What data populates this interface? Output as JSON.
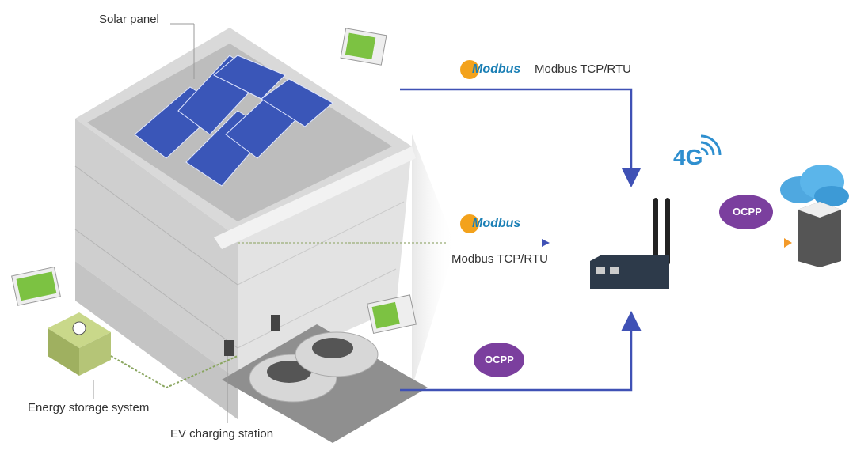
{
  "labels": {
    "solar_panel": "Solar panel",
    "energy_storage": "Energy storage system",
    "ev_charging": "EV charging station"
  },
  "protocols": {
    "modbus_logo": "Modbus",
    "modbus_top": "Modbus TCP/RTU",
    "modbus_middle": "Modbus TCP/RTU",
    "ocpp_bottom": "OCPP",
    "ocpp_cloud": "OCPP",
    "cellular": "4G"
  },
  "colors": {
    "link_blue": "#3f51b5",
    "cloud_orange": "#f39a2a",
    "ocpp_purple": "#7b3f9e",
    "battery_green": "#7cc242"
  }
}
